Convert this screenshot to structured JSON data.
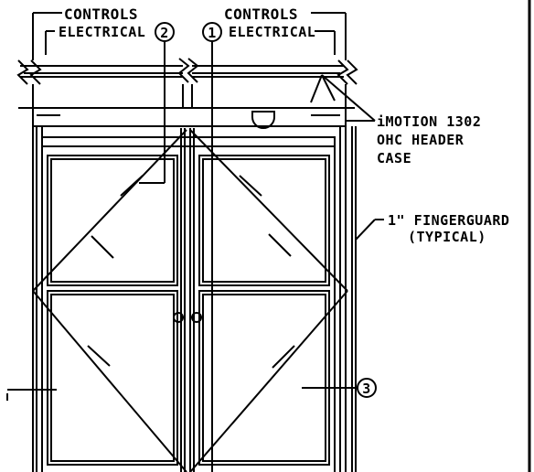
{
  "callouts": {
    "left_controls": "CONTROLS",
    "left_electrical": "ELECTRICAL",
    "right_controls": "CONTROLS",
    "right_electrical": "ELECTRICAL",
    "marker_1": "1",
    "marker_2": "2",
    "marker_3": "3"
  },
  "notes": {
    "header_line1": "iMOTION 1302",
    "header_line2": "OHC HEADER",
    "header_line3": "CASE",
    "fingerguard_line1": "1\" FINGERGUARD",
    "fingerguard_line2": "(TYPICAL)"
  }
}
